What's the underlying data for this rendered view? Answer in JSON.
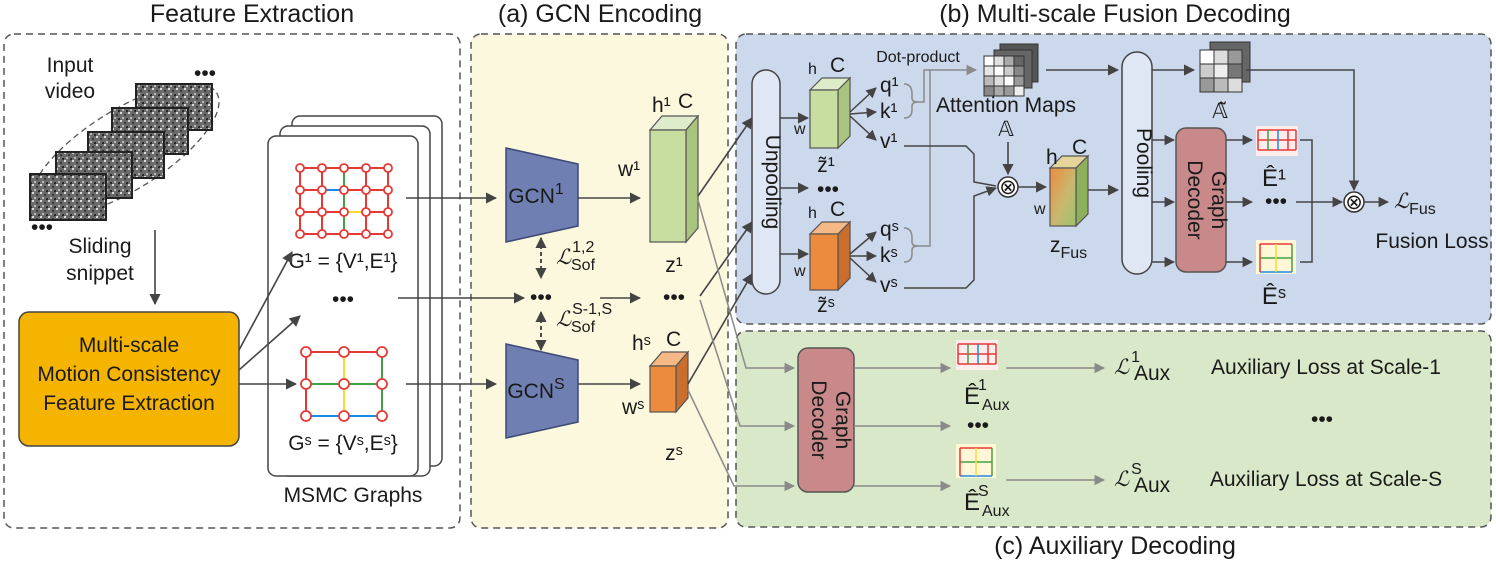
{
  "titles": {
    "feature": "Feature Extraction",
    "gcn": "(a) GCN Encoding",
    "fusion": "(b) Multi-scale Fusion Decoding",
    "aux": "(c) Auxiliary Decoding"
  },
  "feature": {
    "input_video_l1": "Input",
    "input_video_l2": "video",
    "dots_top": "•••",
    "dots_bottom": "•••",
    "sliding_l1": "Sliding",
    "sliding_l2": "snippet",
    "msmc_l1": "Multi-scale",
    "msmc_l2": "Motion Consistency",
    "msmc_l3": "Feature Extraction",
    "g1_formula": "G¹ = {V¹,E¹}",
    "mid_dots": "•••",
    "gs_formula": "Gˢ = {Vˢ,Eˢ}",
    "graphs_label": "MSMC Graphs"
  },
  "gcn": {
    "gcn1": "GCN",
    "gcn1_sup": "1",
    "gcns": "GCN",
    "gcns_sup": "S",
    "loss_sym": "ℒ",
    "loss_sub": "Sof",
    "loss12_sup": "1,2",
    "losss_sup": "S-1,S",
    "mid_dots": "•••",
    "h1": "h¹",
    "w1": "w¹",
    "c1": "C",
    "z1": "z¹",
    "hs": "hˢ",
    "ws": "wˢ",
    "cs": "C",
    "zs": "zˢ",
    "cube_dots": "•••"
  },
  "fusion": {
    "unpooling": "Unpooling",
    "pooling": "Pooling",
    "decoder_l1": "Graph",
    "decoder_l2": "Decoder",
    "dot_product": "Dot-product",
    "attention_maps": "Attention Maps",
    "attn_sym": "𝔸",
    "attn_tilde_sym": "𝔸̃",
    "h": "h",
    "c": "C",
    "w": "w",
    "q1": "q¹",
    "k1": "k¹",
    "v1": "v¹",
    "qs": "qˢ",
    "ks": "kˢ",
    "vs": "vˢ",
    "z1t": "z̃¹",
    "zst": "z̃ˢ",
    "mid_dots": "•••",
    "zfus": "z",
    "zfus_sub": "Fus",
    "e1": "Ê¹",
    "es": "Êˢ",
    "e_dots": "•••",
    "otimes": "⊗",
    "loss_fus": "ℒ",
    "loss_fus_sub": "Fus",
    "fusion_loss": "Fusion Loss"
  },
  "aux": {
    "decoder_l1": "Graph",
    "decoder_l2": "Decoder",
    "e1": "Ê",
    "e1_sup": "1",
    "e1_sub": "Aux",
    "es": "Ê",
    "es_sup": "S",
    "es_sub": "Aux",
    "dots": "•••",
    "loss_sym": "ℒ",
    "loss1_sup": "1",
    "losss_sup": "S",
    "loss_sub": "Aux",
    "label1": "Auxiliary Loss at Scale-1",
    "labels": "Auxiliary Loss at Scale-S",
    "right_dots": "•••"
  },
  "colors": {
    "gcn_bg": "#fcf8dd",
    "fusion_bg": "#ccd8ec",
    "aux_bg": "#d9e8c9",
    "msmc_fill": "#f5b400",
    "gcn_fill": "#6f7fb1",
    "decoder_fill": "#c9898a",
    "cube_green": "#c8dda0",
    "cube_orange": "#ec8a3e"
  }
}
